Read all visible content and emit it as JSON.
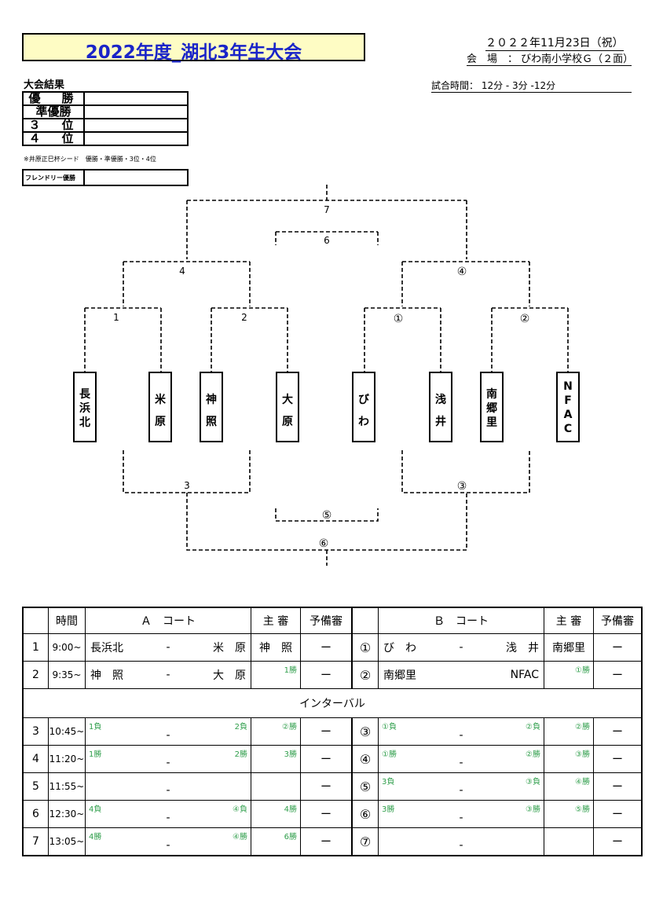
{
  "title": "2022年度_湖北3年生大会",
  "date": "２０２２年11月23日（祝）",
  "venue": "会　場　：  びわ南小学校Ｇ（２面）",
  "match_time": "試合時間：  12分 - 3分 -12分",
  "results": {
    "label": "大会結果",
    "rows": [
      {
        "label": "優　勝",
        "value": ""
      },
      {
        "label": "準優勝",
        "value": ""
      },
      {
        "label": "３　位",
        "value": ""
      },
      {
        "label": "４　位",
        "value": ""
      }
    ],
    "seed_note": "※井原正巳杯シード　優勝・準優勝・3位・4位",
    "friendly_label": "フレンドリー優勝",
    "friendly_value": ""
  },
  "bracket": {
    "teams": [
      {
        "chars": [
          "長",
          "浜",
          "北"
        ]
      },
      {
        "chars": [
          "米",
          "原"
        ]
      },
      {
        "chars": [
          "神",
          "照"
        ]
      },
      {
        "chars": [
          "大",
          "原"
        ]
      },
      {
        "chars": [
          "び",
          "わ"
        ]
      },
      {
        "chars": [
          "浅",
          "井"
        ]
      },
      {
        "chars": [
          "南",
          "郷",
          "里"
        ]
      },
      {
        "chars": [
          "N",
          "F",
          "A",
          "C"
        ]
      }
    ],
    "labels": {
      "m1": "1",
      "m2": "2",
      "m3": "①",
      "m4": "②",
      "m5": "4",
      "m6": "④",
      "m7": "7",
      "m8": "6",
      "l1": "3",
      "l2": "③",
      "l3": "⑤",
      "l4": "⑥"
    }
  },
  "schedule": {
    "headers": {
      "time": "時間",
      "court_a": "Ａ　コート",
      "ref": "主 審",
      "sub_ref": "予備審",
      "court_b": "Ｂ　コート",
      "ref_b": "主 審",
      "sub_ref_b": "予備審"
    },
    "interval": "インターバル",
    "rows": [
      {
        "no": "1",
        "time": "9:00~",
        "a_left": "長浜北",
        "a_sep": "-",
        "a_right": "米　原",
        "ref": "神　照",
        "sub": "ー",
        "b_no": "①",
        "b_left": "び　わ",
        "b_sep": "-",
        "b_right": "浅　井",
        "ref_b": "南郷里",
        "sub_b": "ー"
      },
      {
        "no": "2",
        "time": "9:35~",
        "a_left": "神　照",
        "a_sep": "-",
        "a_right": "大　原",
        "ref": "",
        "ref_note": "1勝",
        "sub": "ー",
        "b_no": "②",
        "b_left": "南郷里",
        "b_sep": "",
        "b_right": "NFAC",
        "ref_b": "",
        "ref_b_note": "①勝",
        "sub_b": "ー"
      },
      {
        "no": "3",
        "time": "10:45~",
        "a_left": "1負",
        "a_sep": "-",
        "a_right": "2負",
        "ref_note": "②勝",
        "sub": "ー",
        "b_no": "③",
        "b_left": "①負",
        "b_sep": "-",
        "b_right": "②負",
        "ref_b_note": "②勝",
        "sub_b": "ー"
      },
      {
        "no": "4",
        "time": "11:20~",
        "a_left": "1勝",
        "a_sep": "-",
        "a_right": "2勝",
        "ref_note": "3勝",
        "sub": "ー",
        "b_no": "④",
        "b_left": "①勝",
        "b_sep": "-",
        "b_right": "②勝",
        "ref_b_note": "③勝",
        "sub_b": "ー"
      },
      {
        "no": "5",
        "time": "11:55~",
        "a_left": "",
        "a_sep": "-",
        "a_right": "",
        "ref_note": "",
        "sub": "ー",
        "b_no": "⑤",
        "b_left": "3負",
        "b_sep": "-",
        "b_right": "③負",
        "ref_b_note": "④勝",
        "sub_b": "ー"
      },
      {
        "no": "6",
        "time": "12:30~",
        "a_left": "4負",
        "a_sep": "-",
        "a_right": "④負",
        "ref_note": "4勝",
        "sub": "ー",
        "b_no": "⑥",
        "b_left": "3勝",
        "b_sep": "-",
        "b_right": "③勝",
        "ref_b_note": "⑤勝",
        "sub_b": "ー"
      },
      {
        "no": "7",
        "time": "13:05~",
        "a_left": "4勝",
        "a_sep": "-",
        "a_right": "④勝",
        "ref_note": "6勝",
        "sub": "ー",
        "b_no": "⑦",
        "b_left": "",
        "b_sep": "-",
        "b_right": "",
        "ref_b_note": "",
        "sub_b": "ー"
      }
    ]
  },
  "colors": {
    "title_bg": "#fefcc4",
    "title_text": "#1a24c8",
    "note_green": "#2f9e4b"
  }
}
